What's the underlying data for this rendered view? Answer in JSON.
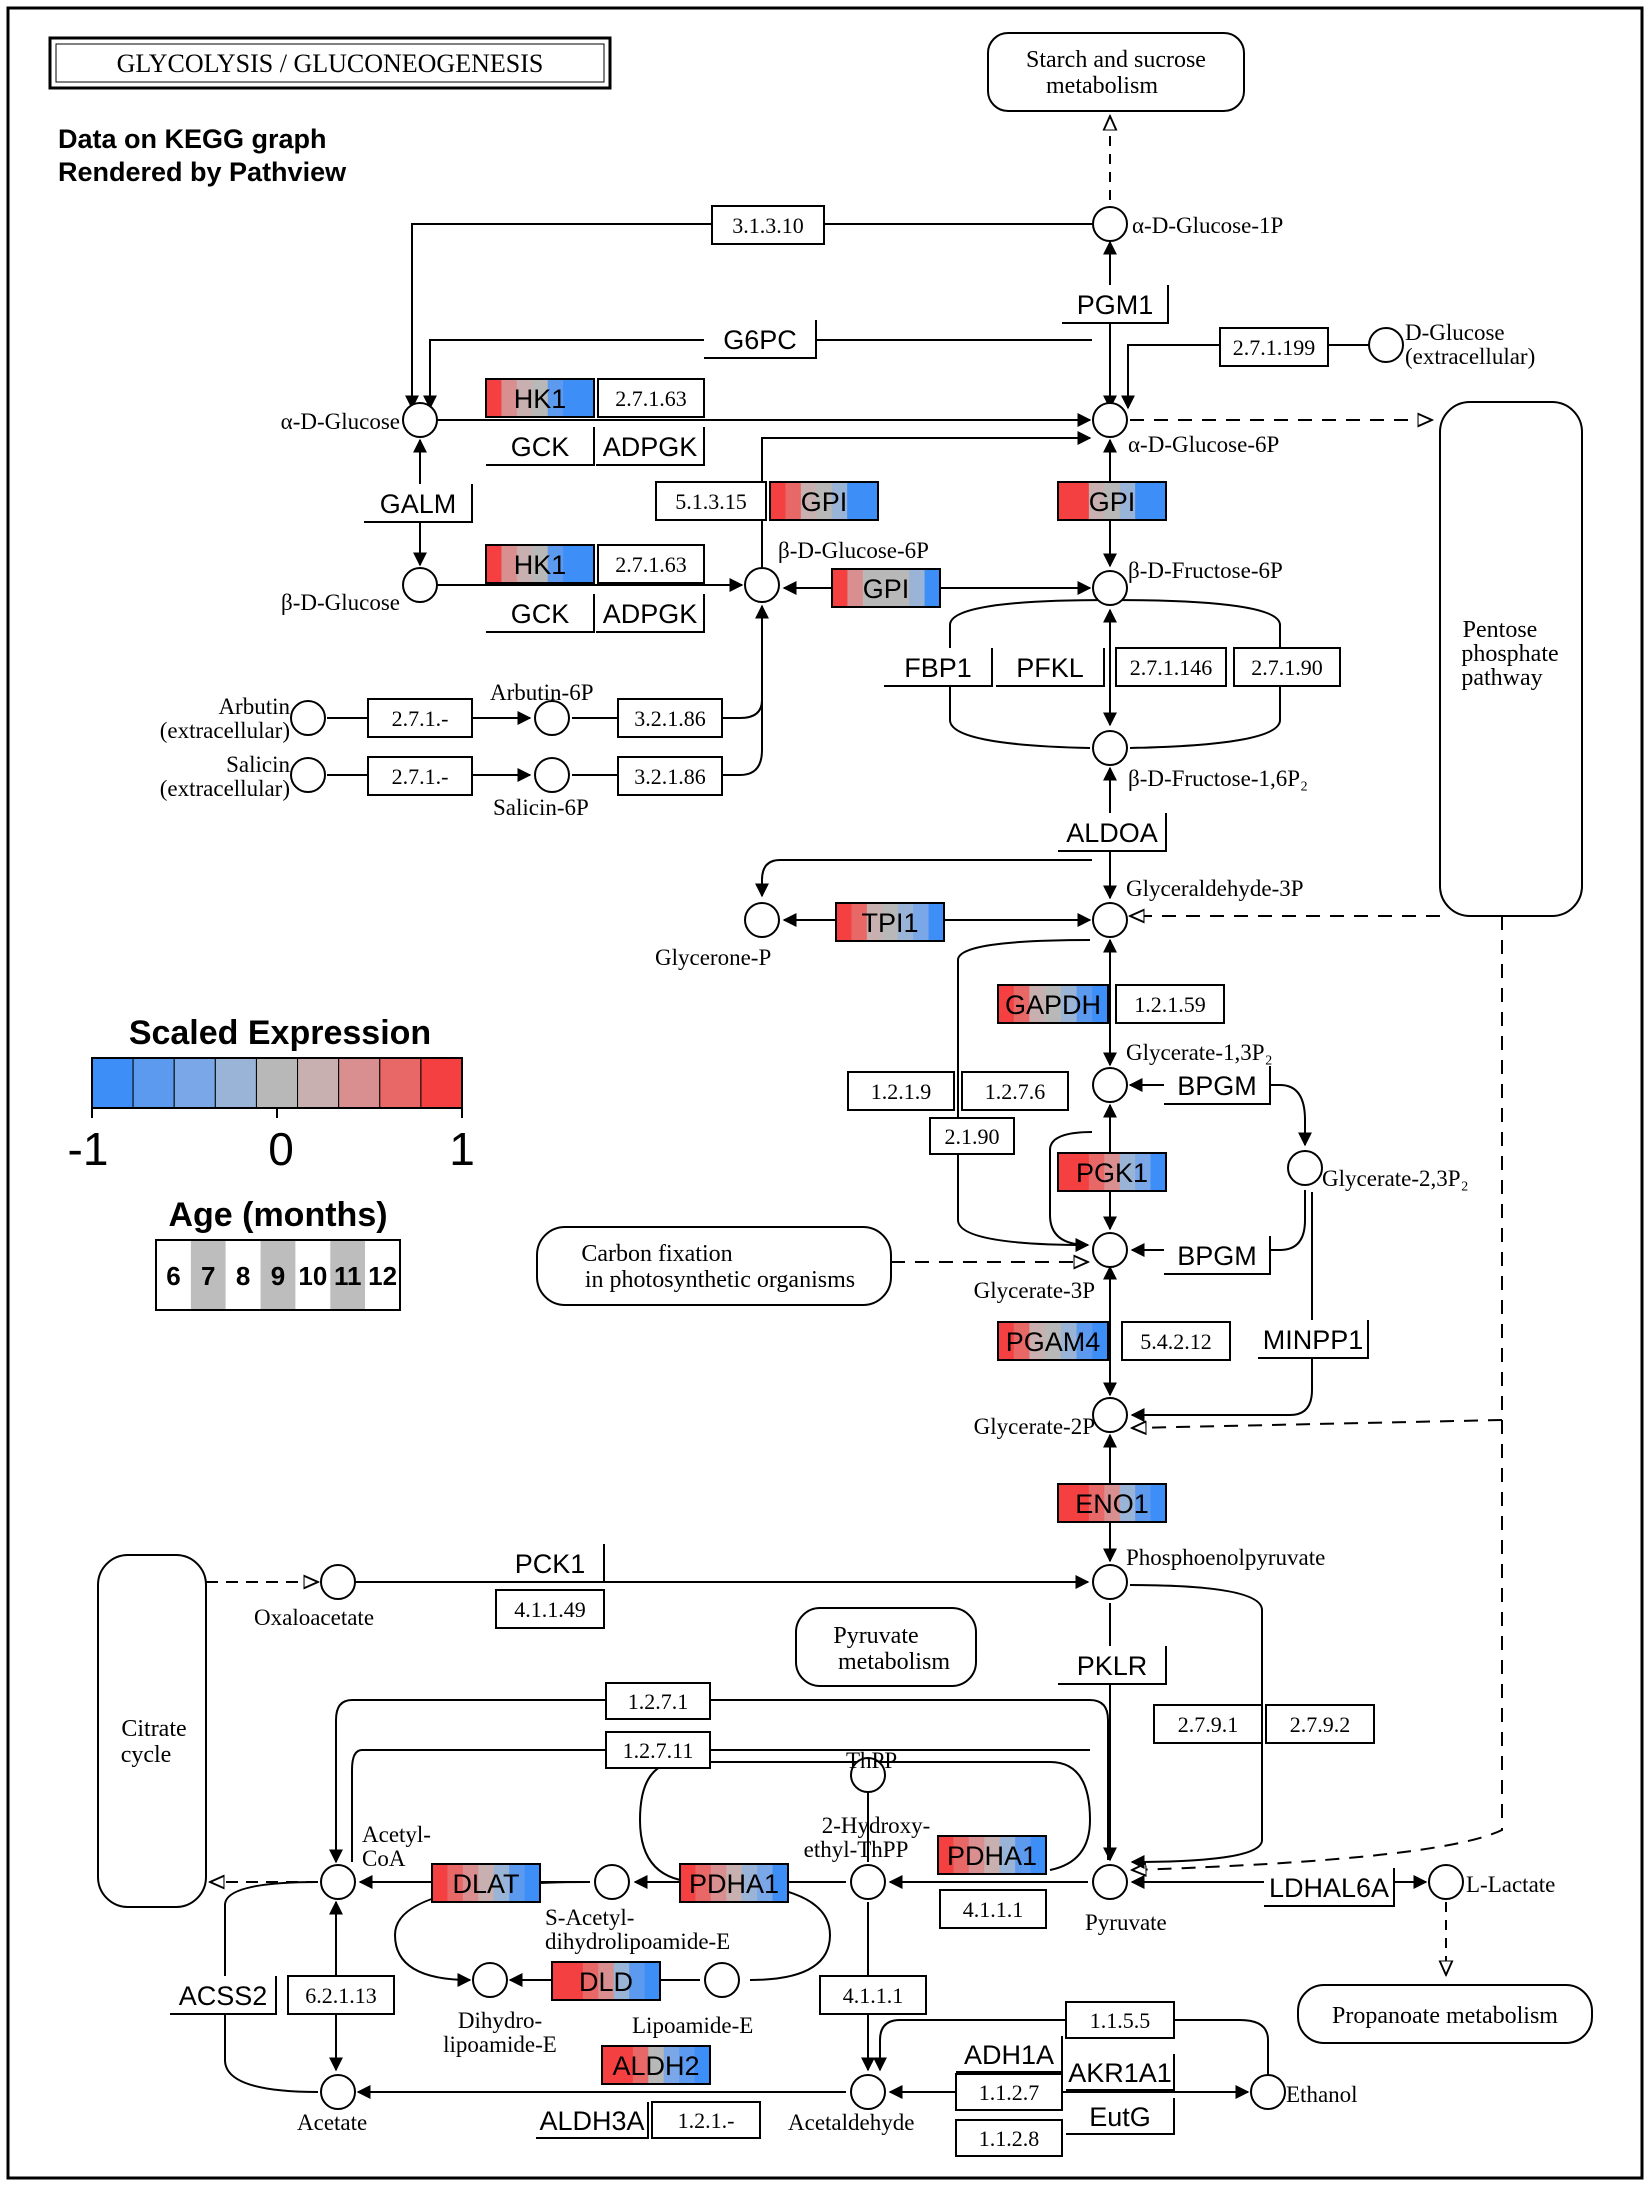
{
  "title": "GLYCOLYSIS / GLUCONEOGENESIS",
  "rendered_note": [
    "Data on KEGG graph",
    "Rendered by Pathview"
  ],
  "legend": {
    "title": "Scaled Expression",
    "colors": [
      "#3e8ef7",
      "#5c9af0",
      "#7aa7e8",
      "#99b4d6",
      "#b8b8b8",
      "#c8b0b0",
      "#d98f8f",
      "#e86868",
      "#f44040"
    ],
    "min_label": "-1",
    "mid_label": "0",
    "max_label": "1",
    "age_title": "Age (months)",
    "ages": [
      "6",
      "7",
      "8",
      "9",
      "10",
      "11",
      "12"
    ]
  },
  "pathway_boxes": {
    "starch": [
      "Starch and sucrose",
      "metabolism"
    ],
    "pentose": [
      "Pentose",
      "phosphate",
      "pathway"
    ],
    "carbon_fix": [
      "Carbon fixation",
      "in photosynthetic organisms"
    ],
    "pyruvate": [
      "Pyruvate",
      "metabolism"
    ],
    "citrate": [
      "Citrate",
      "cycle"
    ],
    "propanoate": "Propanoate metabolism"
  },
  "compounds": {
    "a_glc_1p": "α-D-Glucose-1P",
    "d_glc_ext": [
      "D-Glucose",
      "(extracellular)"
    ],
    "a_glc": "α-D-Glucose",
    "a_glc_6p": "α-D-Glucose-6P",
    "b_glc": "β-D-Glucose",
    "b_glc_6p": "β-D-Glucose-6P",
    "b_fru_6p": "β-D-Fructose-6P",
    "arbutin": [
      "Arbutin",
      "(extracellular)"
    ],
    "arbutin_6p": "Arbutin-6P",
    "salicin": [
      "Salicin",
      "(extracellular)"
    ],
    "salicin_6p": "Salicin-6P",
    "b_fru_16p2": "β-D-Fructose-1,6P₂",
    "gap": "Glyceraldehyde-3P",
    "glycerone_p": "Glycerone-P",
    "g13p2": "Glycerate-1,3P₂",
    "g23p2": "Glycerate-2,3P₂",
    "g3p": "Glycerate-3P",
    "g2p": "Glycerate-2P",
    "pep": "Phosphoenolpyruvate",
    "oxaloacetate": "Oxaloacetate",
    "thpp": "ThPP",
    "hydroxyethyl": [
      "2-Hydroxy-",
      "ethyl-ThPP"
    ],
    "acetyl_coa": [
      "Acetyl-",
      "CoA"
    ],
    "s_acetyl": [
      "S-Acetyl-",
      "dihydrolipoamide-E"
    ],
    "dihydrolipo": [
      "Dihydro-",
      "lipoamide-E"
    ],
    "lipoamide": "Lipoamide-E",
    "pyruvate": "Pyruvate",
    "l_lactate": "L-Lactate",
    "acetate": "Acetate",
    "acetaldehyde": "Acetaldehyde",
    "ethanol": "Ethanol"
  },
  "ec_boxes": {
    "ec_31310": "3.1.3.10",
    "ec_271199": "2.7.1.199",
    "ec_27163a": "2.7.1.63",
    "ec_27163b": "2.7.1.63",
    "ec_51315": "5.1.3.15",
    "ec_271a": "2.7.1.-",
    "ec_271b": "2.7.1.-",
    "ec_32186a": "3.2.1.86",
    "ec_32186b": "3.2.1.86",
    "ec_271146": "2.7.1.146",
    "ec_27190": "2.7.1.90",
    "ec_12159": "1.2.1.59",
    "ec_1219": "1.2.1.9",
    "ec_1276": "1.2.7.6",
    "ec_2190": "2.1.90",
    "ec_54212": "5.4.2.12",
    "ec_41149": "4.1.1.49",
    "ec_1271": "1.2.7.1",
    "ec_12711": "1.2.7.11",
    "ec_2791": "2.7.9.1",
    "ec_2792": "2.7.9.2",
    "ec_4111a": "4.1.1.1",
    "ec_4111b": "4.1.1.1",
    "ec_62113": "6.2.1.13",
    "ec_1155": "1.1.5.5",
    "ec_1127": "1.1.2.7",
    "ec_1128": "1.1.2.8",
    "ec_121": "1.2.1.-"
  },
  "gene_labels": {
    "pgm1": "PGM1",
    "g6pc": "G6PC",
    "gck_a": "GCK",
    "adpgk_a": "ADPGK",
    "galm": "GALM",
    "gck_b": "GCK",
    "adpgk_b": "ADPGK",
    "fbp1": "FBP1",
    "pfkl": "PFKL",
    "aldoa": "ALDOA",
    "bpgm_a": "BPGM",
    "bpgm_b": "BPGM",
    "minpp1": "MINPP1",
    "pck1": "PCK1",
    "pklr": "PKLR",
    "ldhal6a": "LDHAL6A",
    "acss2": "ACSS2",
    "adh1a": "ADH1A",
    "akr1a1": "AKR1A1",
    "eutg": "EutG",
    "aldh3a": "ALDH3A"
  },
  "expressed_genes": {
    "hk1_a": {
      "label": "HK1",
      "colors": [
        "#f44040",
        "#d98f8f",
        "#c8b0b0",
        "#b8b8b8",
        "#5c9af0",
        "#3e8ef7",
        "#3e8ef7"
      ]
    },
    "hk1_b": {
      "label": "HK1",
      "colors": [
        "#f44040",
        "#d98f8f",
        "#c8b0b0",
        "#b8b8b8",
        "#5c9af0",
        "#3e8ef7",
        "#3e8ef7"
      ]
    },
    "gpi_a": {
      "label": "GPI",
      "colors": [
        "#f44040",
        "#e86868",
        "#c8b0b0",
        "#b8b8b8",
        "#99b4d6",
        "#3e8ef7",
        "#3e8ef7"
      ]
    },
    "gpi_b": {
      "label": "GPI",
      "colors": [
        "#f44040",
        "#f44040",
        "#c8b0b0",
        "#b8b8b8",
        "#99b4d6",
        "#3e8ef7",
        "#3e8ef7"
      ]
    },
    "gpi_c": {
      "label": "GPI",
      "colors": [
        "#f44040",
        "#d98f8f",
        "#b8b8b8",
        "#b8b8b8",
        "#b8b8b8",
        "#99b4d6",
        "#3e8ef7"
      ]
    },
    "tpi1": {
      "label": "TPI1",
      "colors": [
        "#f44040",
        "#e86868",
        "#c8b0b0",
        "#b8b8b8",
        "#99b4d6",
        "#7aa7e8",
        "#3e8ef7"
      ]
    },
    "gapdh": {
      "label": "GAPDH",
      "colors": [
        "#f44040",
        "#e86868",
        "#c8b0b0",
        "#b8b8b8",
        "#99b4d6",
        "#5c9af0",
        "#3e8ef7"
      ]
    },
    "pgk1": {
      "label": "PGK1",
      "colors": [
        "#f44040",
        "#f44040",
        "#e86868",
        "#d98f8f",
        "#99b4d6",
        "#7aa7e8",
        "#3e8ef7"
      ]
    },
    "pgam4": {
      "label": "PGAM4",
      "colors": [
        "#f44040",
        "#e86868",
        "#c8b0b0",
        "#b8b8b8",
        "#99b4d6",
        "#5c9af0",
        "#3e8ef7"
      ]
    },
    "eno1": {
      "label": "ENO1",
      "colors": [
        "#f44040",
        "#f44040",
        "#e86868",
        "#d98f8f",
        "#99b4d6",
        "#5c9af0",
        "#3e8ef7"
      ]
    },
    "dlat": {
      "label": "DLAT",
      "colors": [
        "#f44040",
        "#e86868",
        "#d98f8f",
        "#c8b0b0",
        "#99b4d6",
        "#5c9af0",
        "#3e8ef7"
      ]
    },
    "pdha1_a": {
      "label": "PDHA1",
      "colors": [
        "#f44040",
        "#e86868",
        "#d98f8f",
        "#c8b0b0",
        "#99b4d6",
        "#7aa7e8",
        "#3e8ef7"
      ]
    },
    "pdha1_b": {
      "label": "PDHA1",
      "colors": [
        "#f44040",
        "#e86868",
        "#d98f8f",
        "#c8b0b0",
        "#99b4d6",
        "#5c9af0",
        "#3e8ef7"
      ]
    },
    "dld": {
      "label": "DLD",
      "colors": [
        "#f44040",
        "#f44040",
        "#e86868",
        "#d98f8f",
        "#99b4d6",
        "#5c9af0",
        "#3e8ef7"
      ]
    },
    "aldh2": {
      "label": "ALDH2",
      "colors": [
        "#f44040",
        "#f44040",
        "#e86868",
        "#b8b8b8",
        "#7aa7e8",
        "#5c9af0",
        "#3e8ef7"
      ]
    }
  }
}
